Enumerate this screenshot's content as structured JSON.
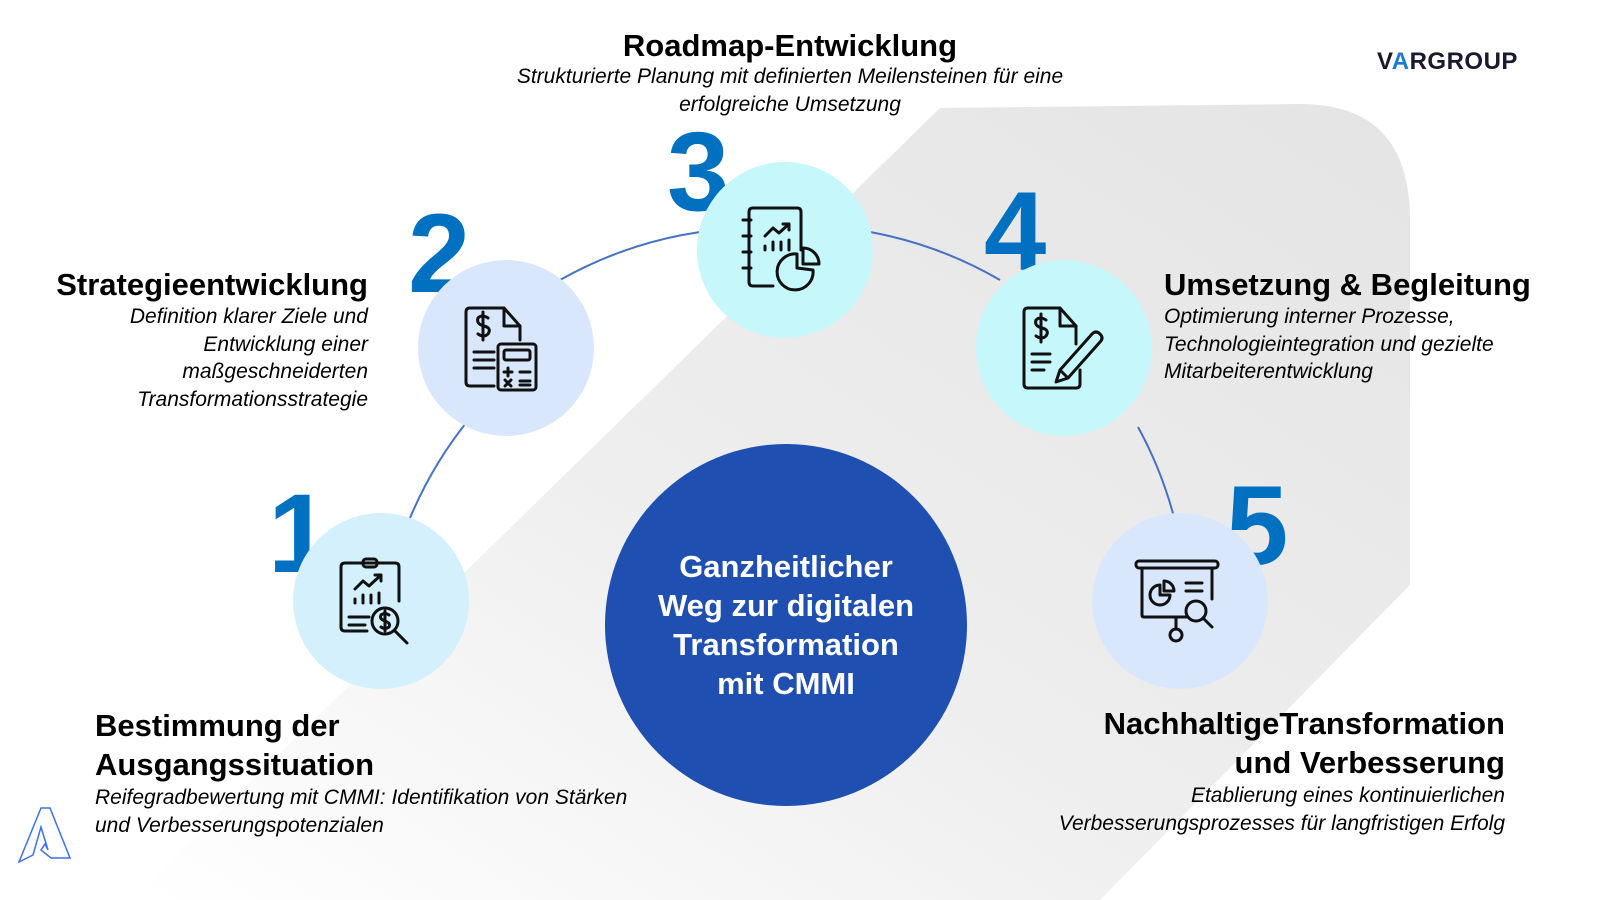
{
  "brand": {
    "logo_prefix": "V",
    "logo_accent": "A",
    "logo_suffix": "RGROUP",
    "mark_icon": "vargroup-a-outline-icon"
  },
  "colors": {
    "number_blue": "#0070c0",
    "center_blue": "#1f4fb0",
    "arc_blue": "#4472c4",
    "circle_light_blue": "#d3f0fc",
    "circle_lavender": "#d9e7fd",
    "circle_cyan": "#c6f7fb",
    "background_band": "#e6e6e6"
  },
  "center": {
    "text": "Ganzheitlicher Weg zur digitalen Transformation mit CMMI"
  },
  "steps": [
    {
      "number": "1",
      "icon": "clipboard-chart-dollar-search-icon",
      "title_line1": "Bestimmung der",
      "title_line2": "Ausgangssituation",
      "desc_line1": "Reifegradbewertung mit CMMI: Identifikation von Stärken",
      "desc_line2": "und Verbesserungspotenzialen"
    },
    {
      "number": "2",
      "icon": "invoice-calculator-icon",
      "title": "Strategieentwicklung",
      "desc_lines": [
        "Definition klarer Ziele und",
        "Entwicklung einer",
        "maßgeschneiderten",
        "Transformationsstrategie"
      ]
    },
    {
      "number": "3",
      "icon": "notebook-chart-pie-icon",
      "title": "Roadmap-Entwicklung",
      "desc_line1": "Strukturierte Planung mit definierten Meilensteinen für eine",
      "desc_line2": "erfolgreiche Umsetzung"
    },
    {
      "number": "4",
      "icon": "document-dollar-pen-icon",
      "title": "Umsetzung & Begleitung",
      "desc_lines": [
        "Optimierung interner Prozesse,",
        "Technologieintegration und gezielte",
        "Mitarbeiterentwicklung"
      ]
    },
    {
      "number": "5",
      "icon": "presentation-board-search-icon",
      "title_line1": "NachhaltigeTransformation",
      "title_line2": "und Verbesserung",
      "desc_line1": "Etablierung eines kontinuierlichen",
      "desc_line2": "Verbesserungsprozesses für langfristigen Erfolg"
    }
  ]
}
